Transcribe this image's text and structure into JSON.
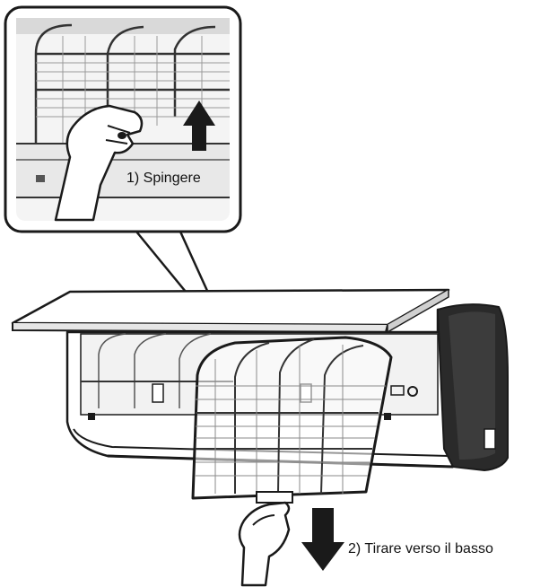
{
  "steps": [
    {
      "number": 1,
      "label": "1) Spingere",
      "direction": "up",
      "icon": "arrow-up-icon"
    },
    {
      "number": 2,
      "label": "2) Tirare verso il basso",
      "direction": "down",
      "icon": "arrow-down-icon"
    }
  ],
  "colors": {
    "line": "#1a1a1a",
    "fill": "#ffffff",
    "shade": "#e6e6e6",
    "dark": "#2a2a2a"
  }
}
